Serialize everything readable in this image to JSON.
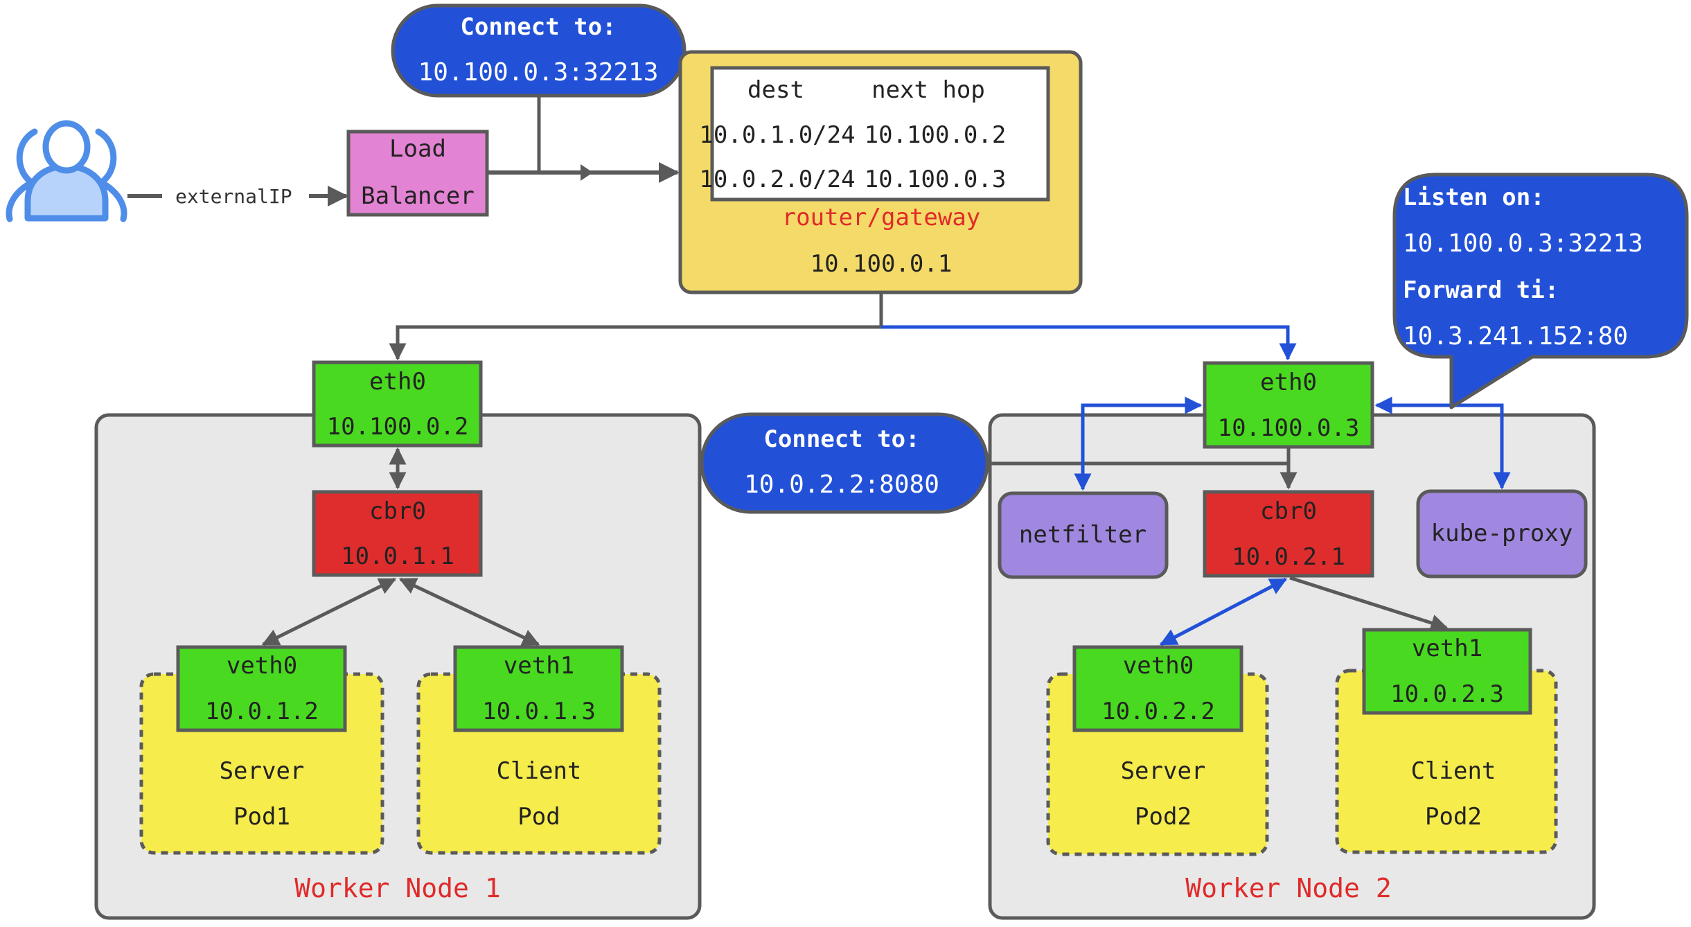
{
  "colors": {
    "line": "#5a5a5a",
    "blue_link": "#2251d8",
    "bubble": "#2251d8",
    "lb_fill": "#e383d4",
    "router_fill": "#f4da68",
    "eth_fill": "#49d920",
    "cbr_fill": "#df2d2d",
    "pod_fill": "#f6ec4c",
    "node_fill": "#e8e8e8",
    "purple_fill": "#a088e0",
    "user_icon": "#4f8ee8",
    "user_icon_fill": "#b8d3fb",
    "red_text": "#e02a2a"
  },
  "client": {
    "icon": "users-icon",
    "link_label": "externalIP"
  },
  "load_balancer": {
    "line1": "Load",
    "line2": "Balancer"
  },
  "external_bubble": {
    "line1": "Connect to:",
    "line2": "10.100.0.3:32213"
  },
  "router": {
    "table": {
      "headers": [
        "dest",
        "next hop"
      ],
      "rows": [
        [
          "10.0.1.0/24",
          "10.100.0.2"
        ],
        [
          "10.0.2.0/24",
          "10.100.0.3"
        ]
      ]
    },
    "label": "router/gateway",
    "ip": "10.100.0.1"
  },
  "node1": {
    "label": "Worker Node 1",
    "eth0": {
      "name": "eth0",
      "ip": "10.100.0.2"
    },
    "cbr0": {
      "name": "cbr0",
      "ip": "10.0.1.1"
    },
    "pods": [
      {
        "veth": "veth0",
        "ip": "10.0.1.2",
        "line1": "Server",
        "line2": "Pod1"
      },
      {
        "veth": "veth1",
        "ip": "10.0.1.3",
        "line1": "Client",
        "line2": "Pod"
      }
    ]
  },
  "pod_bubble": {
    "line1": "Connect to:",
    "line2": "10.0.2.2:8080"
  },
  "node2": {
    "label": "Worker Node 2",
    "eth0": {
      "name": "eth0",
      "ip": "10.100.0.3"
    },
    "cbr0": {
      "name": "cbr0",
      "ip": "10.0.2.1"
    },
    "netfilter": "netfilter",
    "kube_proxy": "kube-proxy",
    "pods": [
      {
        "veth": "veth0",
        "ip": "10.0.2.2",
        "line1": "Server",
        "line2": "Pod2"
      },
      {
        "veth": "veth1",
        "ip": "10.0.2.3",
        "line1": "Client",
        "line2": "Pod2"
      }
    ]
  },
  "kube_proxy_callout": {
    "line1": "Listen on:",
    "line2": "10.100.0.3:32213",
    "line3": "Forward ti:",
    "line4": "10.3.241.152:80"
  }
}
